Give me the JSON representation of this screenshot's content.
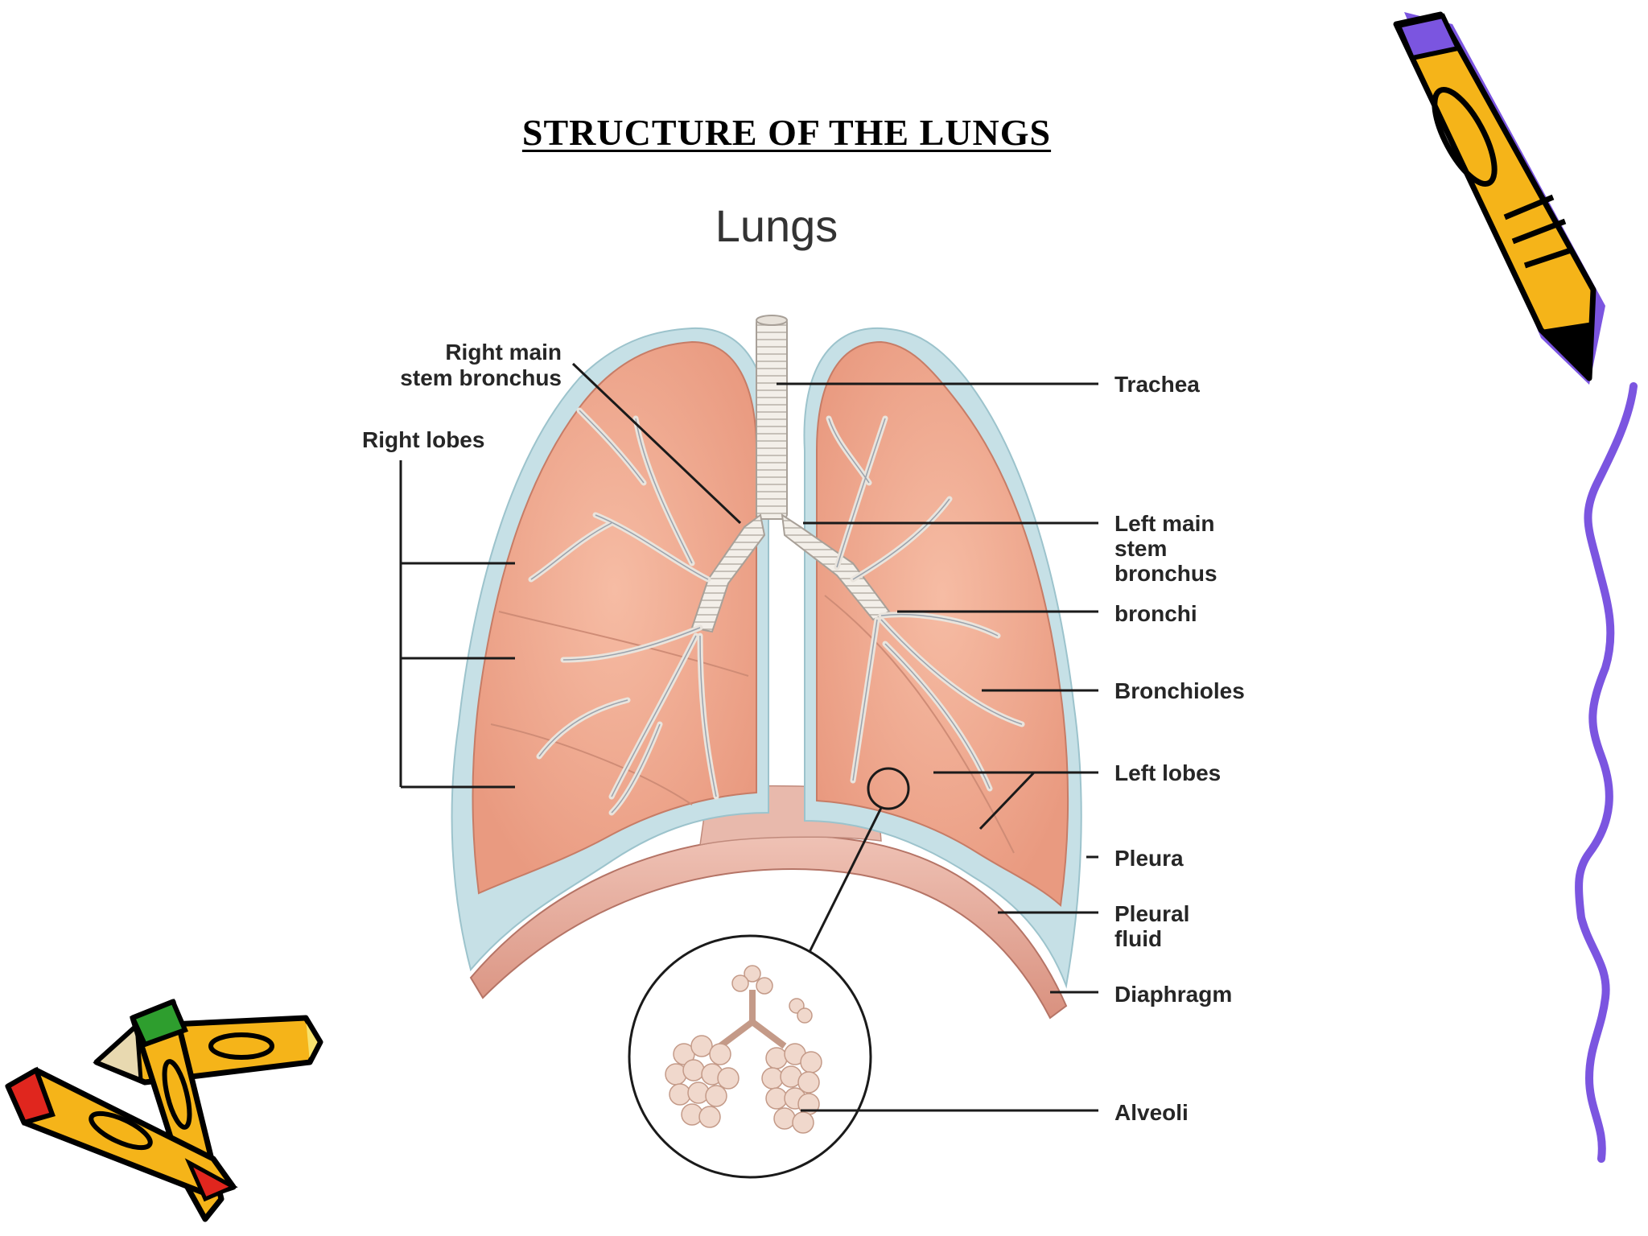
{
  "slide": {
    "title": "STRUCTURE OF THE LUNGS"
  },
  "diagram": {
    "heading": "Lungs",
    "labels": {
      "right_main_stem_bronchus": [
        "Right main",
        "stem bronchus"
      ],
      "right_lobes": "Right lobes",
      "trachea": "Trachea",
      "left_main_stem_bronchus": [
        "Left main",
        "stem",
        "bronchus"
      ],
      "bronchi": "bronchi",
      "bronchioles": "Bronchioles",
      "left_lobes": "Left lobes",
      "pleura": "Pleura",
      "pleural_fluid": [
        "Pleural",
        "fluid"
      ],
      "diaphragm": "Diaphragm",
      "alveoli": "Alveoli"
    }
  },
  "colors": {
    "lung_fill": "#f0ad92",
    "lung_shade": "#e08f78",
    "pleural_fluid": "#c6e0e6",
    "diaphragm": "#e9b4a6",
    "airway": "#f1ece6",
    "pencil_yellow": "#f5b419",
    "pencil_purple": "#7b55e0",
    "pencil_red": "#e0261e",
    "pencil_green": "#2e9e2e",
    "wavy_line": "#7b55e0"
  },
  "decor": {
    "top_right_pencil": "pencil-icon",
    "bottom_left_pencils": "crossed-pencils-icon",
    "right_border": "wavy-line"
  }
}
